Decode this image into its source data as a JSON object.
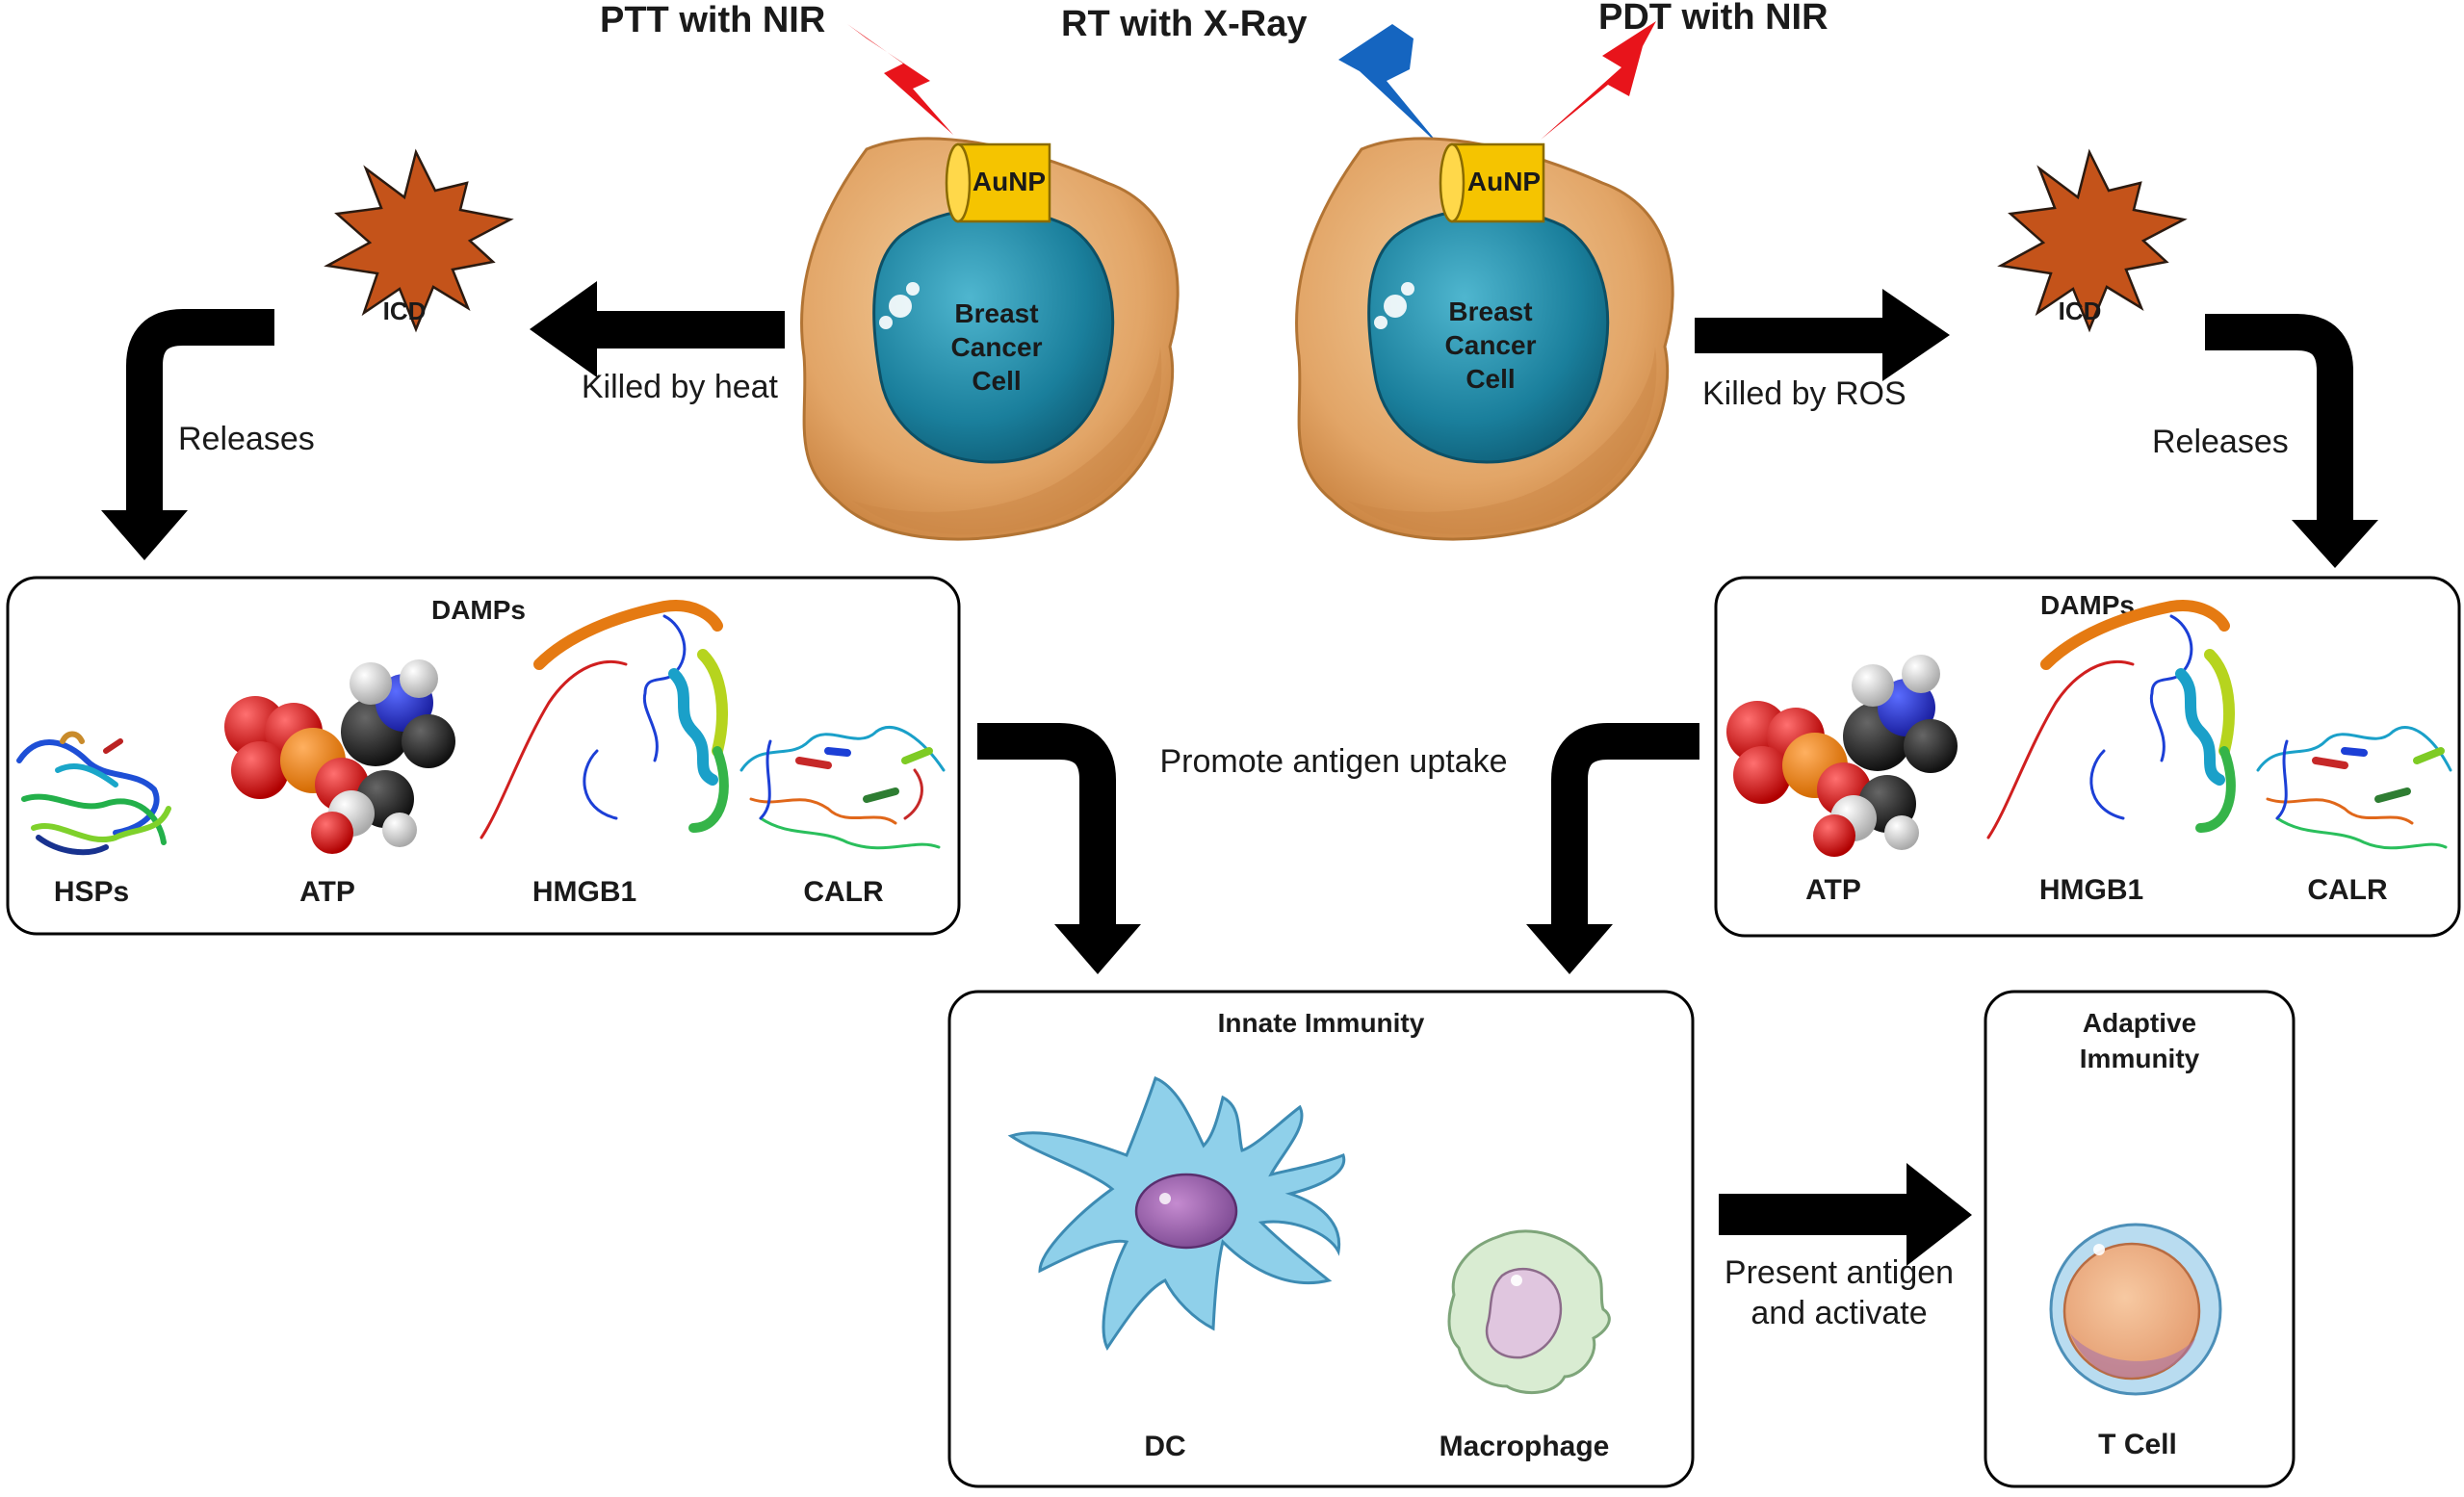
{
  "therapies": {
    "ptt": "PTT with NIR",
    "rt": "RT with X-Ray",
    "pdt": "PDT with NIR"
  },
  "cells": {
    "left": {
      "nanoparticle": "AuNP",
      "line1": "Breast",
      "line2": "Cancer",
      "line3": "Cell"
    },
    "right": {
      "nanoparticle": "AuNP",
      "line1": "Breast",
      "line2": "Cancer",
      "line3": "Cell"
    }
  },
  "arrows": {
    "killed_heat": "Killed by heat",
    "killed_ros": "Killed by ROS",
    "releases_left": "Releases",
    "releases_right": "Releases",
    "promote": "Promote antigen uptake",
    "present_line1": "Present antigen",
    "present_line2": "and activate"
  },
  "icd": {
    "left": "ICD",
    "right": "ICD"
  },
  "damps_left": {
    "title": "DAMPs",
    "items": [
      "HSPs",
      "ATP",
      "HMGB1",
      "CALR"
    ]
  },
  "damps_right": {
    "title": "DAMPs",
    "items": [
      "ATP",
      "HMGB1",
      "CALR"
    ]
  },
  "innate": {
    "title": "Innate Immunity",
    "dc": "DC",
    "macrophage": "Macrophage"
  },
  "adaptive": {
    "title_line1": "Adaptive",
    "title_line2": "Immunity",
    "tcell": "T Cell"
  },
  "colors": {
    "laser_red": "#e8141b",
    "xray_blue": "#1565c0",
    "cell_body": "#e8b27a",
    "nucleus": "#1e8ca8",
    "aunp": "#f5c400",
    "icd_star": "#c4531a",
    "dc": "#8fd0ea",
    "macrophage": "#d9ecd2",
    "tcell": "#b9dcf0"
  }
}
